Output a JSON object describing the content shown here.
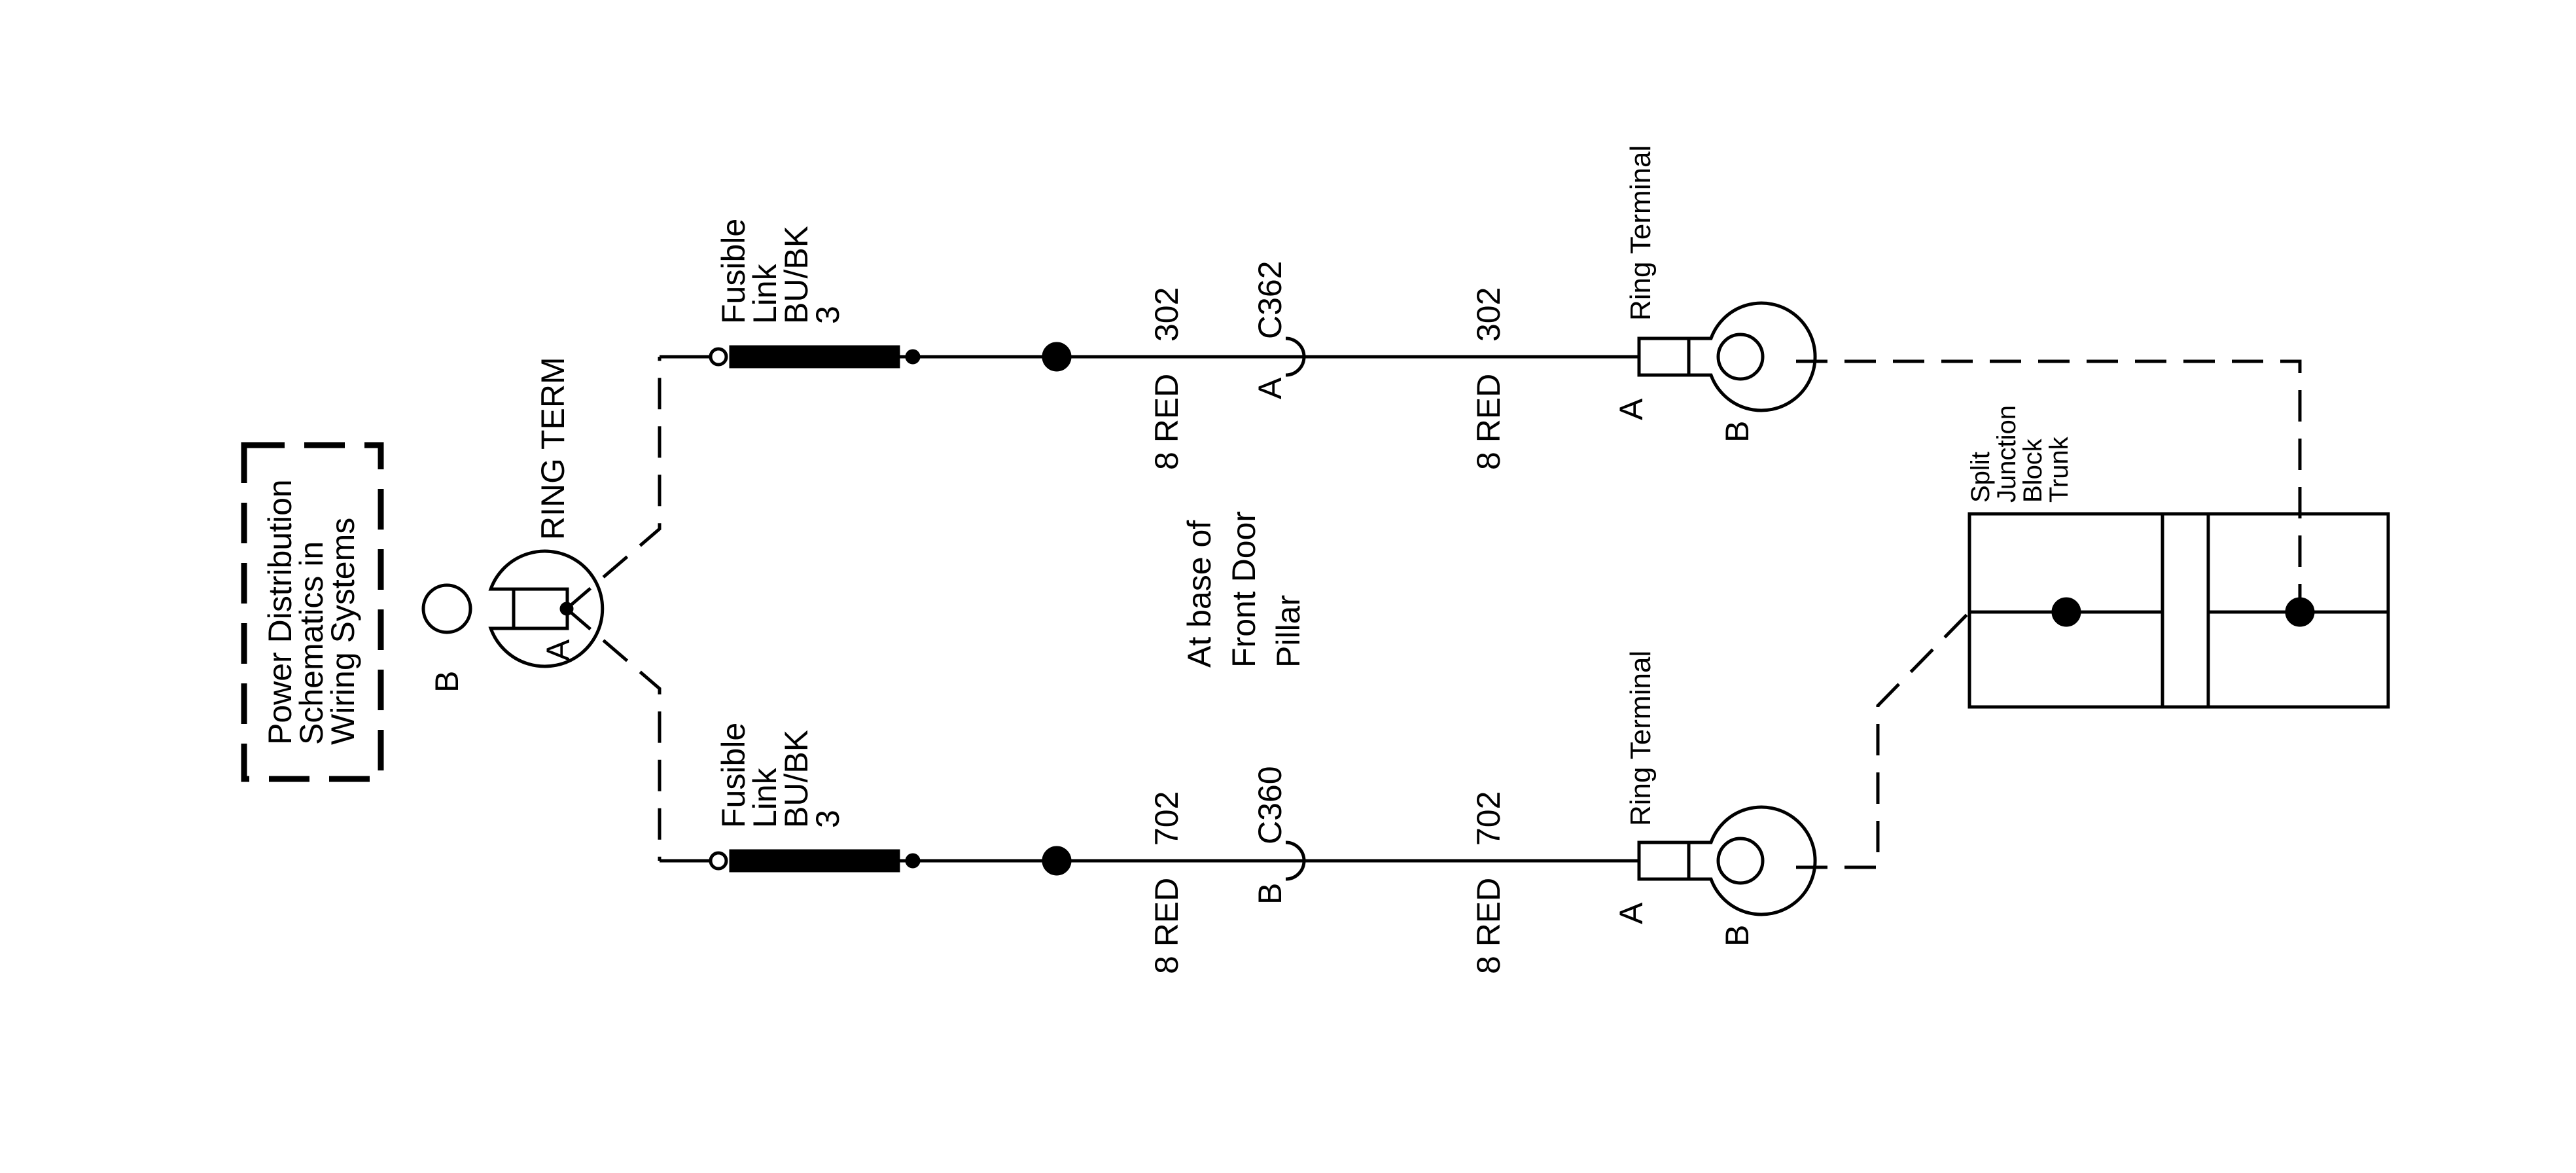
{
  "power_box": {
    "lines": [
      "Power Distribution",
      "Schematics in",
      "Wiring Systems"
    ]
  },
  "ring_term": {
    "title": "RING TERM",
    "pin_a": "A",
    "pin_b": "B"
  },
  "upper_fusible": {
    "lines": [
      "Fusible",
      "Link",
      "BU/BK",
      "3"
    ]
  },
  "lower_fusible": {
    "lines": [
      "Fusible",
      "Link",
      "BU/BK",
      "3"
    ]
  },
  "upper_wire": {
    "circuit_left": "302",
    "gauge_left": "8 RED",
    "connector": "C362",
    "connector_pin": "A",
    "circuit_right": "302",
    "gauge_right": "8 RED"
  },
  "lower_wire": {
    "circuit_left": "702",
    "gauge_left": "8 RED",
    "connector": "C360",
    "connector_pin": "B",
    "circuit_right": "702",
    "gauge_right": "8 RED"
  },
  "location_note": {
    "lines": [
      "At base of",
      "Front Door",
      "Pillar"
    ]
  },
  "upper_ring_terminal": {
    "title": "Ring Terminal",
    "pin_a": "A",
    "pin_b": "B"
  },
  "lower_ring_terminal": {
    "title": "Ring Terminal",
    "pin_a": "A",
    "pin_b": "B"
  },
  "junction_block": {
    "lines": [
      "Split",
      "Junction",
      "Block",
      "Trunk"
    ]
  }
}
